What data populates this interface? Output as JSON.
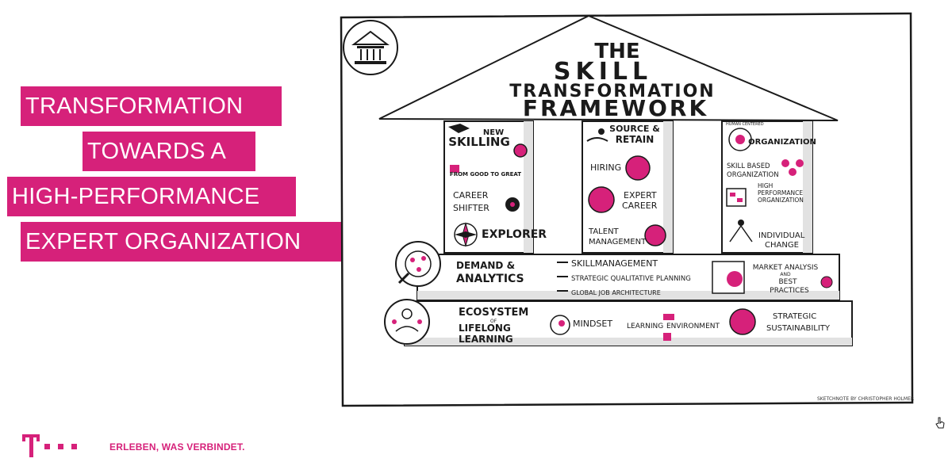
{
  "banners": [
    "TRANSFORMATION",
    "TOWARDS A",
    "HIGH-PERFORMANCE",
    "EXPERT ORGANIZATION"
  ],
  "footer": {
    "brand_mark": "T · · ·",
    "slogan": "ERLEBEN, WAS VERBINDET."
  },
  "diagram": {
    "title": {
      "line1": "THE",
      "line2": "SKILL",
      "line3": "TRANSFORMATION",
      "line4": "FRAMEWORK"
    },
    "pillars": [
      {
        "heading_top": "NEW",
        "heading": "SKILLING",
        "from_to": "FROM GOOD TO GREAT",
        "items": [
          "CAREER",
          "SHIFTER",
          "EXPLORER"
        ]
      },
      {
        "heading_top": "SOURCE &",
        "heading": "RETAIN",
        "items": [
          "HIRING",
          "EXPERT",
          "CAREER",
          "TALENT",
          "MANAGEMENT"
        ]
      },
      {
        "heading_top": "HUMAN CENTERED",
        "heading": "ORGANIZATION",
        "items": [
          "SKILL BASED",
          "ORGANIZATION",
          "HIGH",
          "PERFORMANCE",
          "ORGANIZATION",
          "INDIVIDUAL",
          "CHANGE"
        ]
      }
    ],
    "demand": {
      "heading1": "DEMAND &",
      "heading2": "ANALYTICS",
      "items": [
        "SKILLMANAGEMENT",
        "STRATEGIC QUALITATIVE PLANNING",
        "GLOBAL JOB ARCHITECTURE"
      ],
      "market": [
        "MARKET ANALYSIS",
        "AND",
        "BEST",
        "PRACTICES"
      ]
    },
    "ecosystem": {
      "heading1": "ECOSYSTEM",
      "heading2": "OF",
      "heading3": "LIFELONG",
      "heading4": "LEARNING",
      "items": [
        "MINDSET",
        "LEARNING",
        "ENVIRONMENT",
        "STRATEGIC",
        "SUSTAINABILITY"
      ]
    },
    "credit": "SKETCHNOTE BY CHRISTOPHER HOLMER"
  },
  "colors": {
    "magenta": "#d6217a",
    "ink": "#1a1a1a",
    "shadow": "#dddddd"
  }
}
